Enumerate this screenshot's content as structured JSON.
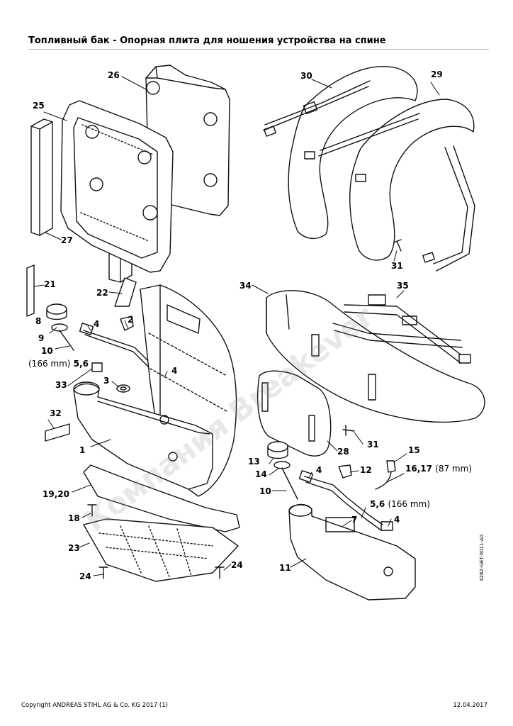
{
  "header": {
    "title": "Топливный бак - Опорная плита для ношения устройства на спине"
  },
  "footer": {
    "copyright": "Copyright ANDREAS STIHL AG & Co. KG 2017 (1)",
    "date": "12.04.2017"
  },
  "drawing_code": "4282-GET-0011-A0",
  "watermark": "Компания Breakever",
  "callouts": [
    {
      "id": "c26",
      "label": "26"
    },
    {
      "id": "c25",
      "label": "25"
    },
    {
      "id": "c27",
      "label": "27"
    },
    {
      "id": "c30",
      "label": "30"
    },
    {
      "id": "c29",
      "label": "29"
    },
    {
      "id": "c31a",
      "label": "31"
    },
    {
      "id": "c21",
      "label": "21"
    },
    {
      "id": "c22",
      "label": "22"
    },
    {
      "id": "c2",
      "label": "2"
    },
    {
      "id": "c8",
      "label": "8"
    },
    {
      "id": "c4a",
      "label": "4"
    },
    {
      "id": "c9",
      "label": "9"
    },
    {
      "id": "c10a",
      "label": "10"
    },
    {
      "id": "c166a",
      "label": "(166 mm)",
      "bold": "5,6"
    },
    {
      "id": "c4b",
      "label": "4"
    },
    {
      "id": "c33",
      "label": "33"
    },
    {
      "id": "c3",
      "label": "3"
    },
    {
      "id": "c32",
      "label": "32"
    },
    {
      "id": "c1",
      "label": "1"
    },
    {
      "id": "c1920",
      "label": "19,20"
    },
    {
      "id": "c18",
      "label": "18"
    },
    {
      "id": "c23",
      "label": "23"
    },
    {
      "id": "c24a",
      "label": "24"
    },
    {
      "id": "c24b",
      "label": "24"
    },
    {
      "id": "c34",
      "label": "34"
    },
    {
      "id": "c35",
      "label": "35"
    },
    {
      "id": "c31b",
      "label": "31"
    },
    {
      "id": "c28",
      "label": "28"
    },
    {
      "id": "c13",
      "label": "13"
    },
    {
      "id": "c14",
      "label": "14"
    },
    {
      "id": "c4c",
      "label": "4"
    },
    {
      "id": "c12",
      "label": "12"
    },
    {
      "id": "c15",
      "label": "15"
    },
    {
      "id": "c1617",
      "label": "16,17",
      "dim": "(87 mm)"
    },
    {
      "id": "c10b",
      "label": "10"
    },
    {
      "id": "c56b",
      "label": "5,6",
      "dim": "(166 mm)"
    },
    {
      "id": "c7",
      "label": "7"
    },
    {
      "id": "c4d",
      "label": "4"
    },
    {
      "id": "c11",
      "label": "11"
    }
  ]
}
